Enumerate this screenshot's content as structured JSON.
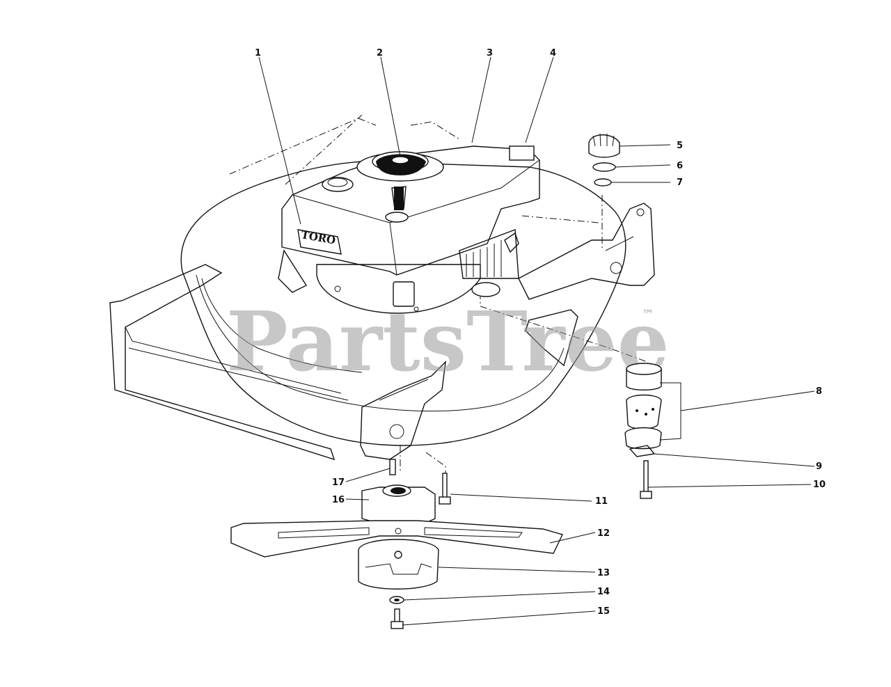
{
  "diagram": {
    "brand_logo": "TORO",
    "callouts": [
      {
        "id": "c1",
        "label": "1"
      },
      {
        "id": "c2",
        "label": "2"
      },
      {
        "id": "c3",
        "label": "3"
      },
      {
        "id": "c4",
        "label": "4"
      },
      {
        "id": "c5",
        "label": "5"
      },
      {
        "id": "c6",
        "label": "6"
      },
      {
        "id": "c7",
        "label": "7"
      },
      {
        "id": "c8",
        "label": "8"
      },
      {
        "id": "c9",
        "label": "9"
      },
      {
        "id": "c10",
        "label": "10"
      },
      {
        "id": "c11",
        "label": "11"
      },
      {
        "id": "c12",
        "label": "12"
      },
      {
        "id": "c13",
        "label": "13"
      },
      {
        "id": "c14",
        "label": "14"
      },
      {
        "id": "c15",
        "label": "15"
      },
      {
        "id": "c16",
        "label": "16"
      },
      {
        "id": "c17",
        "label": "17"
      }
    ]
  },
  "watermark": {
    "text": "PartsTree",
    "trademark": "™",
    "color": "#9a9a9a"
  }
}
